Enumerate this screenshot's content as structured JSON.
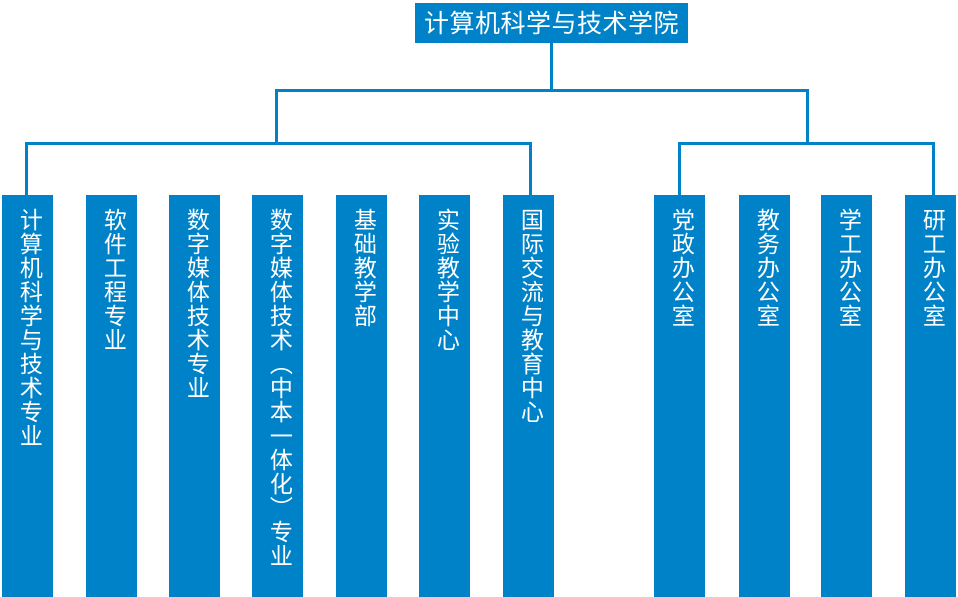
{
  "chart_data": {
    "type": "diagram",
    "subtype": "organization-chart",
    "title": "计算机科学与技术学院",
    "orientation": "top-down",
    "accent_color": "#0082c8",
    "text_color": "#ffffff",
    "background_color": "#ffffff",
    "label_direction": "vertical",
    "root": {
      "id": "root",
      "label": "计算机科学与技术学院"
    },
    "groups": [
      {
        "id": "academic-group",
        "label": "",
        "nodes": [
          {
            "id": "cs-major",
            "label": "计算机科学与技术专业"
          },
          {
            "id": "se-major",
            "label": "软件工程专业"
          },
          {
            "id": "dmt-major",
            "label": "数字媒体技术专业"
          },
          {
            "id": "dmt-integrated",
            "label": "数字媒体技术（中本一体化）专业"
          },
          {
            "id": "basic-teaching",
            "label": "基础教学部"
          },
          {
            "id": "lab-teaching",
            "label": "实验教学中心"
          },
          {
            "id": "intl-exchange",
            "label": "国际交流与教育中心"
          }
        ]
      },
      {
        "id": "admin-group",
        "label": "",
        "nodes": [
          {
            "id": "party-office",
            "label": "党政办公室"
          },
          {
            "id": "academic-office",
            "label": "教务办公室"
          },
          {
            "id": "student-office",
            "label": "学工办公室"
          },
          {
            "id": "grad-office",
            "label": "研工办公室"
          }
        ]
      }
    ]
  }
}
